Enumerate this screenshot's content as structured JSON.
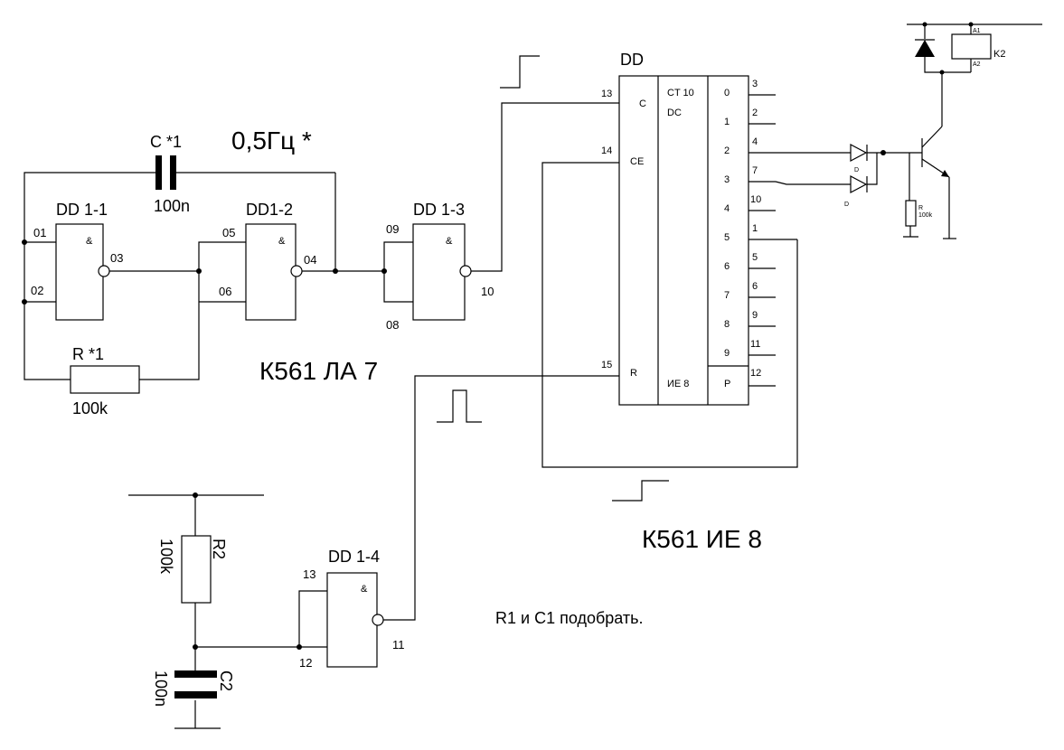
{
  "freq_label": "0,5Гц *",
  "chip_la7": "К561 ЛА 7",
  "chip_ie8": "К561 ИЕ 8",
  "note": "R1 и C1 подобрать.",
  "gates": {
    "g1": {
      "name": "DD 1-1",
      "sym": "&",
      "in1": "01",
      "in2": "02",
      "out": "03"
    },
    "g2": {
      "name": "DD1-2",
      "sym": "&",
      "in1": "05",
      "in2": "06",
      "out": "04"
    },
    "g3": {
      "name": "DD 1-3",
      "sym": "&",
      "in1": "09",
      "in2": "08",
      "out": "10"
    },
    "g4": {
      "name": "DD 1-4",
      "sym": "&",
      "in1": "13",
      "in2": "12",
      "out": "11"
    }
  },
  "c1": {
    "name": "C *1",
    "value": "100n"
  },
  "r1": {
    "name": "R *1",
    "value": "100k"
  },
  "r2": {
    "name": "R2",
    "value": "100k"
  },
  "c2": {
    "name": "C2",
    "value": "100n"
  },
  "dd": {
    "name": "DD",
    "type1": "CT 10",
    "type2": "DC",
    "type3": "ИЕ 8",
    "in_c": {
      "pin": "13",
      "label": "C"
    },
    "in_ce": {
      "pin": "14",
      "label": "CE"
    },
    "in_r": {
      "pin": "15",
      "label": "R"
    },
    "outputs": [
      {
        "label": "0",
        "pin": "3"
      },
      {
        "label": "1",
        "pin": "2"
      },
      {
        "label": "2",
        "pin": "4"
      },
      {
        "label": "3",
        "pin": "7"
      },
      {
        "label": "4",
        "pin": "10"
      },
      {
        "label": "5",
        "pin": "1"
      },
      {
        "label": "6",
        "pin": "5"
      },
      {
        "label": "7",
        "pin": "6"
      },
      {
        "label": "8",
        "pin": "9"
      },
      {
        "label": "9",
        "pin": "11"
      },
      {
        "label": "P",
        "pin": "12"
      }
    ]
  },
  "diode1": "D",
  "diode2": "D",
  "rb": {
    "name": "R",
    "value": "100k"
  },
  "relay": {
    "name": "K2",
    "a1": "A1",
    "a2": "A2"
  }
}
